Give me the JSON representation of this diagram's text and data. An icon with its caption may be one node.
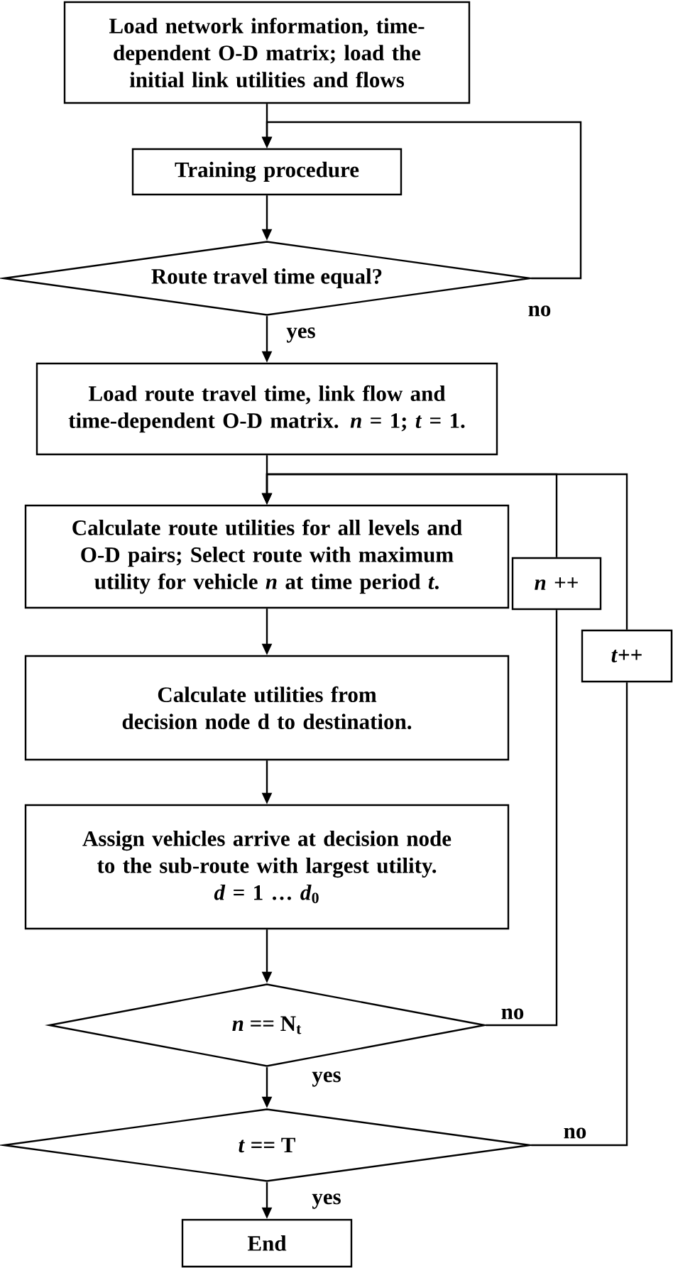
{
  "diagram": {
    "nodes": [
      {
        "text": [
          "Load network information, time-dependent O-D matrix; load the initial link utilities and flows"
        ]
      },
      {
        "text": [
          "Training procedure"
        ]
      },
      {
        "text": [
          "Route travel time equal?"
        ]
      },
      {
        "text": [
          "Load route travel time, link flow and time-dependent O-D matrix. *n* = 1; *t* = 1."
        ]
      },
      {
        "text": [
          "Calculate route utilities for all levels and O-D pairs; Select route with maximum utility for vehicle *n* at time period *t*."
        ]
      },
      {
        "text": [
          "Calculate utilities from decision node d to destination."
        ]
      },
      {
        "text": [
          "Assign vehicles arrive at decision node to the sub-route with largest utility.",
          "*d* = 1 … *d*$_{0}$"
        ]
      },
      {
        "text": [
          "*n* ++"
        ]
      },
      {
        "text": [
          "*t*++"
        ]
      },
      {
        "text": [
          "*n* == N$_{t}$"
        ]
      },
      {
        "text": [
          "*t* == T"
        ]
      },
      {
        "text": [
          "End"
        ]
      }
    ],
    "edges": [
      {
        "from": 0,
        "to": 1,
        "arrow": "to"
      },
      {
        "from": 1,
        "to": 2,
        "arrow": "to"
      },
      {
        "from": 2,
        "to": 3,
        "arrow": "to",
        "label": "yes"
      },
      {
        "from": 2,
        "to": 1,
        "arrow": "to",
        "label": "no"
      },
      {
        "from": 3,
        "to": 4,
        "arrow": "to"
      },
      {
        "from": 4,
        "to": 5,
        "arrow": "to"
      },
      {
        "from": 5,
        "to": 6,
        "arrow": "to"
      },
      {
        "from": 6,
        "to": 9,
        "arrow": "to"
      },
      {
        "from": 9,
        "to": 10,
        "arrow": "to",
        "label": "yes"
      },
      {
        "from": 9,
        "to": 7,
        "arrow": "none",
        "label": "no"
      },
      {
        "from": 7,
        "to": 4,
        "arrow": "to"
      },
      {
        "from": 10,
        "to": 8,
        "arrow": "none",
        "label": "no"
      },
      {
        "from": 8,
        "to": 4,
        "arrow": "to"
      },
      {
        "from": 10,
        "to": 11,
        "arrow": "to",
        "label": "yes"
      }
    ]
  }
}
